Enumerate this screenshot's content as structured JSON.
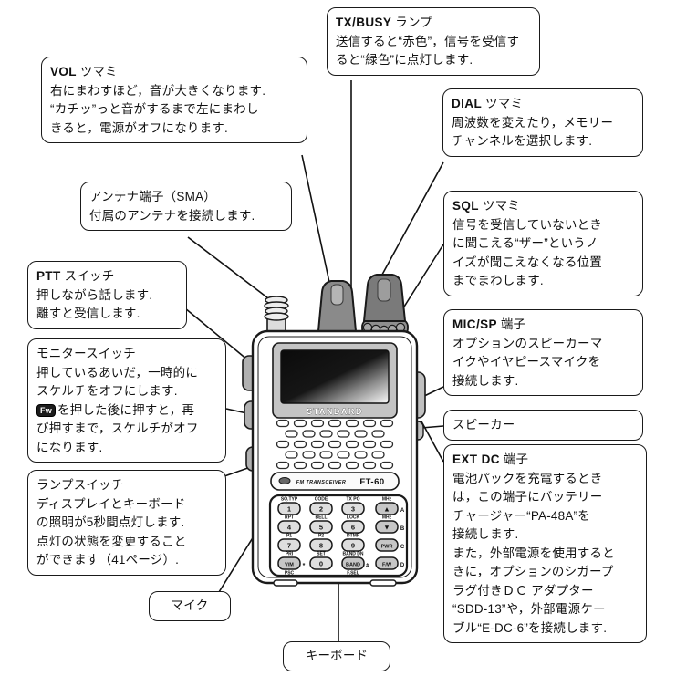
{
  "figure": {
    "brand": "STANDARD",
    "strip_label": "FM TRANSCEIVER",
    "model": "FT-60"
  },
  "callouts": {
    "tx_busy": {
      "title_en": "TX/BUSY",
      "title_ja": " ランプ",
      "lines": [
        "送信すると“赤色”，信号を受信す",
        "ると“緑色”に点灯します."
      ]
    },
    "vol": {
      "title_en": "VOL",
      "title_ja": " ツマミ",
      "lines": [
        "右にまわすほど，音が大きくなります.",
        "“カチッ”っと音がするまで左にまわし",
        "きると，電源がオフになります."
      ]
    },
    "dial": {
      "title_en": "DIAL",
      "title_ja": " ツマミ",
      "lines": [
        "周波数を変えたり，メモリー",
        "チャンネルを選択します."
      ]
    },
    "antenna": {
      "title_en": "",
      "title_ja": "アンテナ端子（SMA）",
      "lines": [
        "付属のアンテナを接続します."
      ]
    },
    "sql": {
      "title_en": "SQL",
      "title_ja": " ツマミ",
      "lines": [
        "信号を受信していないとき",
        "に聞こえる“ザー”というノ",
        "イズが聞こえなくなる位置",
        "までまわします."
      ]
    },
    "ptt": {
      "title_en": "PTT",
      "title_ja": " スイッチ",
      "lines": [
        "押しながら話します.",
        "離すと受信します."
      ]
    },
    "monitor": {
      "title_en": "",
      "title_ja": "モニタースイッチ",
      "lines": [
        "押しているあいだ，一時的に",
        "スケルチをオフにします."
      ],
      "fw_key": "Fw",
      "fw_line": "を押した後に押すと，再",
      "tail": [
        "び押すまで，スケルチがオフ",
        "になります."
      ]
    },
    "lamp": {
      "title_en": "",
      "title_ja": "ランプスイッチ",
      "lines": [
        "ディスプレイとキーボード",
        "の照明が5秒間点灯します.",
        "点灯の状態を変更すること",
        "ができます（41ページ）."
      ]
    },
    "mic_sp": {
      "title_en": "MIC/SP",
      "title_ja": " 端子",
      "lines": [
        "オプションのスピーカーマ",
        "イクやイヤピースマイクを",
        "接続します."
      ]
    },
    "speaker": {
      "title_en": "",
      "title_ja": "スピーカー",
      "lines": []
    },
    "ext_dc": {
      "title_en": "EXT DC",
      "title_ja": " 端子",
      "lines": [
        "電池パックを充電するとき",
        "は，この端子にバッテリー",
        "チャージャー“PA-48A”を",
        "接続します.",
        "また，外部電源を使用すると",
        "きに，オプションのシガープ",
        "ラグ付きＤＣ アダプター",
        "“SDD-13”や，外部電源ケー",
        "ブル“E-DC-6”を接続します."
      ]
    },
    "mic": {
      "title_en": "",
      "title_ja": "マイク",
      "lines": []
    },
    "keyboard": {
      "title_en": "",
      "title_ja": "キーボード",
      "lines": []
    }
  },
  "keypad": {
    "rows": [
      {
        "keys": [
          {
            "top": "SQ.TYP",
            "label": "1"
          },
          {
            "top": "CODE",
            "label": "2"
          },
          {
            "top": "TX PO",
            "label": "3"
          },
          {
            "top": "MHz",
            "label": "▲",
            "side": "A"
          }
        ]
      },
      {
        "keys": [
          {
            "top": "RPT",
            "label": "4"
          },
          {
            "top": "BELL",
            "label": "5"
          },
          {
            "top": "LOCK",
            "label": "6"
          },
          {
            "top": "MHz",
            "label": "▼",
            "side": "B"
          }
        ]
      },
      {
        "keys": [
          {
            "top": "P1",
            "label": "7"
          },
          {
            "top": "P2",
            "label": "8"
          },
          {
            "top": "DTMF",
            "label": "9"
          },
          {
            "top": "",
            "label": "PWR",
            "side": "C"
          }
        ]
      },
      {
        "keys": [
          {
            "top": "PRI",
            "label": "V/M",
            "side2": "*",
            "bottom": "PSC"
          },
          {
            "top": "SET",
            "label": "0"
          },
          {
            "top": "BAND DN",
            "label": "BAND",
            "side2": "#",
            "bottom": "F.SEL"
          },
          {
            "top": "",
            "label": "F/W",
            "side": "D"
          }
        ]
      }
    ]
  },
  "colors": {
    "line": "#1a1a1a",
    "screen_dark": "#0b0b0b",
    "knob_gray": "#8a8a8a"
  }
}
